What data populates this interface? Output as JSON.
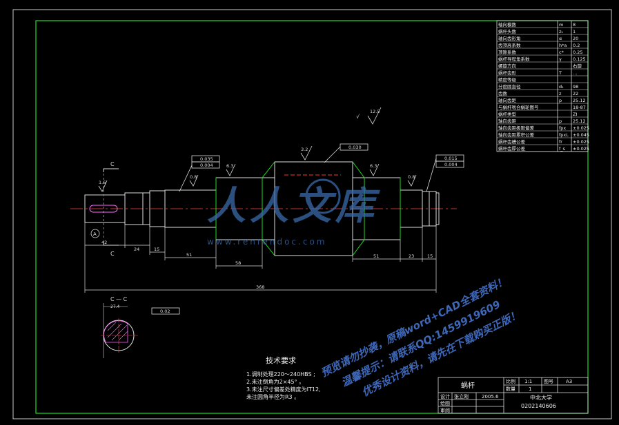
{
  "params": [
    {
      "name": "轴向模数",
      "sym": "m",
      "val": "8"
    },
    {
      "name": "蜗杆头数",
      "sym": "z₁",
      "val": "1"
    },
    {
      "name": "轴向齿形角",
      "sym": "α",
      "val": "20"
    },
    {
      "name": "齿顶高系数",
      "sym": "h*a",
      "val": "0.2"
    },
    {
      "name": "顶隙系数",
      "sym": "c*",
      "val": "0.25"
    },
    {
      "name": "蜗杆导程角系数",
      "sym": "γ",
      "val": "0.125"
    },
    {
      "name": "螺旋方向",
      "sym": "",
      "val": "右旋"
    },
    {
      "name": "蜗杆齿形",
      "sym": "T",
      "val": "…"
    },
    {
      "name": "精度等级",
      "sym": "",
      "val": ""
    },
    {
      "name": "分度圆直径",
      "sym": "d₁",
      "val": "98"
    },
    {
      "name": "齿数",
      "sym": "z",
      "val": "22"
    },
    {
      "name": "轴向齿距",
      "sym": "p",
      "val": "25.12"
    },
    {
      "name": "与蜗杆啮合蜗轮图号",
      "sym": "",
      "val": "18-87"
    },
    {
      "name": "蜗杆类型",
      "sym": "",
      "val": "ZI"
    },
    {
      "name": "轴向齿距",
      "sym": "p",
      "val": "25.12"
    },
    {
      "name": "轴向齿距极限偏差",
      "sym": "fpx",
      "val": "±0.025"
    },
    {
      "name": "轴向齿距累积公差",
      "sym": "fpxL",
      "val": "±0.045"
    },
    {
      "name": "蜗杆齿槽公差",
      "sym": "fr",
      "val": "±0.025"
    },
    {
      "name": "蜗杆齿厚公差",
      "sym": "f_s",
      "val": "±0.025"
    }
  ],
  "roughness": [
    "12.5",
    "3.2",
    "6.3",
    "6.3",
    "0.8",
    "0.8",
    "1.6"
  ],
  "tolerances": [
    "0.035",
    "0.004",
    "0.030",
    "0.015",
    "0.004",
    "0.02"
  ],
  "dims": [
    "42",
    "24",
    "15",
    "51",
    "58",
    "368",
    "51",
    "23",
    "15",
    "27.4"
  ],
  "section_labels": {
    "cut": "C",
    "section_title": "C — C",
    "datum": "A"
  },
  "check_mark": "√",
  "tech": {
    "title": "技术要求",
    "lines": [
      "1.调制处理220～240HBS ;",
      "2.未注倒角为2×45° 。",
      "3.未注尺寸偏差处精度为IT12,",
      "未注圆角半径为R3 。"
    ]
  },
  "title_block": {
    "part_name": "蜗杆",
    "label_scale": "比例",
    "scale": "1:1",
    "label_dwg": "图号",
    "dwg": "A3",
    "label_qty": "数量",
    "qty": "1",
    "label_designer": "设计",
    "designer": "张立刚",
    "date": "2005.6",
    "label_drawer": "绘图",
    "label_checker": "审阅",
    "school": "中北大学",
    "student_id": "0202140606"
  },
  "watermark": {
    "logo": "人人文库",
    "url": "www.renrendoc.com",
    "lines": [
      "预览请勿抄袭，原稿word+CAD全套资料！",
      "温馨提示：请联系QQ:1459919609",
      "优秀设计资料，请先在下载购买正版！"
    ]
  }
}
